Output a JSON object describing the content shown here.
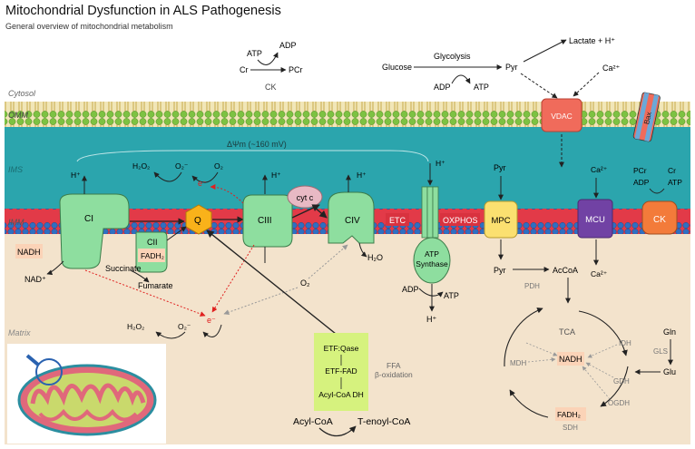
{
  "header": {
    "title": "Mitochondrial Dysfunction in ALS Pathogenesis",
    "subtitle": "General overview of mitochondrial metabolism"
  },
  "compartments": {
    "cytosol": "Cytosol",
    "omm": "OMM",
    "ims": "IMS",
    "imm": "IMM",
    "matrix": "Matrix"
  },
  "cytosol_reactions": {
    "ck_atp": "ATP",
    "ck_adp": "ADP",
    "ck_cr": "Cr",
    "ck_pcr": "PCr",
    "ck_label": "CK",
    "glucose": "Glucose",
    "glycolysis": "Glycolysis",
    "adp": "ADP",
    "atp": "ATP",
    "pyr": "Pyr",
    "lactate": "Lactate + H⁺",
    "ca": "Ca²⁺"
  },
  "membrane_proteins": {
    "vdac": "VDAC",
    "bax": "Bax",
    "ci": "CI",
    "cii": "CII",
    "q": "Q",
    "ciii": "CIII",
    "cytc": "cyt c",
    "civ": "CIV",
    "etc": "ETC",
    "oxphos": "OXPHOS",
    "atp_synthase": "ATP\nSynthase",
    "mpc": "MPC",
    "mcu": "MCU",
    "ck": "CK"
  },
  "ims_labels": {
    "potential": "ΔΨm (~160 mV)",
    "h_ci": "H⁺",
    "h_ciii": "H⁺",
    "h_civ": "H⁺",
    "h_atp": "H⁺",
    "h2o2": "H₂O₂",
    "o2_minus": "O₂⁻",
    "o2": "O₂",
    "e_minus": "e⁻",
    "pyr_ims": "Pyr",
    "ca_ims": "Ca²⁺",
    "pcr_ims": "PCr",
    "adp_ims": "ADP",
    "cr_ims": "Cr",
    "atp_ims": "ATP"
  },
  "matrix_labels": {
    "nadh": "NADH",
    "nad": "NAD⁺",
    "fadh2": "FADH₂",
    "succinate": "Succinate",
    "fumarate": "Fumarate",
    "h2o": "H₂O",
    "o2": "O₂",
    "e_minus": "e⁻",
    "h2o2": "H₂O₂",
    "o2_minus": "O₂⁻",
    "adp": "ADP",
    "atp": "ATP",
    "h_plus": "H⁺",
    "pyr": "Pyr",
    "pdh": "PDH",
    "accoa": "AcCoA",
    "ca": "Ca²⁺",
    "tca": "TCA",
    "tca_nadh": "NADH",
    "idh": "IDH",
    "mdh": "MDH",
    "gdh": "GDH",
    "ogdh": "OGDH",
    "sdh": "SDH",
    "tca_fadh2": "FADH₂",
    "gln": "Gln",
    "gls": "GLS",
    "glu": "Glu"
  },
  "beta_oxidation": {
    "etf_qase": "ETF:Qase",
    "etf_fad": "ETF-FAD",
    "acyl_coa_dh": "Acyl-CoA DH",
    "ffa": "FFA",
    "beta_ox": "β-oxidation",
    "acyl_coa": "Acyl-CoA",
    "t_enoyl_coa": "T-enoyl-CoA"
  },
  "colors": {
    "cytosol_bg": "#ffffff",
    "ims_bg": "#2ba5ad",
    "matrix_bg": "#f3e3cc",
    "lipid_head_green": "#7dc242",
    "lipid_head_blue": "#2e6fc2",
    "imm_band": "#e23a48",
    "complex_green": "#8ede9f",
    "q_orange": "#f9b21a",
    "cytc_pink": "#e8b9c4",
    "vdac_red": "#f06b5b",
    "mcu_purple": "#7142a4",
    "ck_orange": "#f37b3a",
    "mpc_yellow": "#fbe070",
    "beta_box": "#d6f27e",
    "nadh_box": "#fbd3b7"
  }
}
